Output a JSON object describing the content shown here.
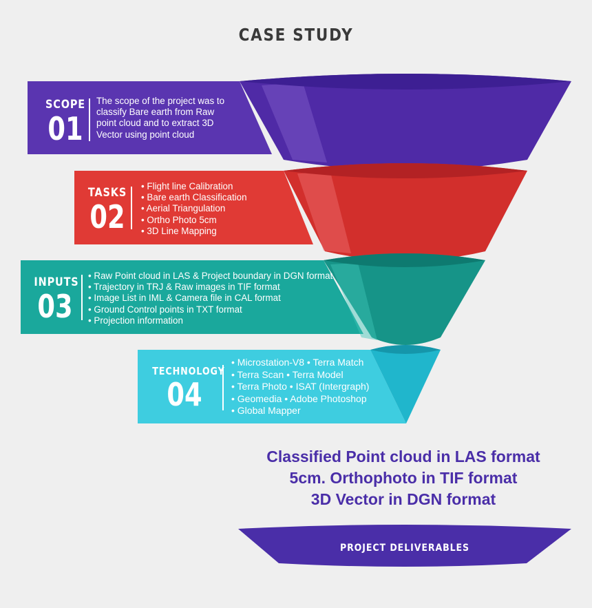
{
  "title": "CASE STUDY",
  "stages": [
    {
      "word": "SCOPE",
      "number": "01",
      "color": "#5a35b0",
      "lines": [
        "The scope of the project was to",
        "classify Bare earth from Raw",
        "point cloud and to extract 3D",
        "Vector using point cloud"
      ]
    },
    {
      "word": "TASKS",
      "number": "02",
      "color": "#e03a35",
      "lines": [
        "• Flight line Calibration",
        "• Bare earth Classification",
        "• Aerial Triangulation",
        "• Ortho Photo 5cm",
        "• 3D Line Mapping"
      ]
    },
    {
      "word": "INPUTS",
      "number": "03",
      "color": "#1aa89c",
      "lines": [
        "• Raw Point cloud in LAS & Project boundary in DGN format",
        "• Trajectory in TRJ & Raw images in TIF format",
        "• Image List in IML & Camera file in CAL format",
        "• Ground Control points in TXT format",
        "• Projection information"
      ]
    },
    {
      "word": "TECHNOLOGY",
      "number": "04",
      "color": "#3ecde0",
      "lines": [
        "• Microstation-V8 • Terra Match",
        "• Terra Scan • Terra Model",
        "• Terra Photo • ISAT (Intergraph)",
        "• Geomedia • Adobe Photoshop",
        "• Global Mapper"
      ]
    }
  ],
  "deliverables": {
    "lines": [
      "Classified Point cloud in LAS format",
      "5cm. Orthophoto in TIF format",
      "3D Vector in DGN format"
    ],
    "label": "PROJECT DELIVERABLES",
    "color": "#4a2ea8"
  }
}
